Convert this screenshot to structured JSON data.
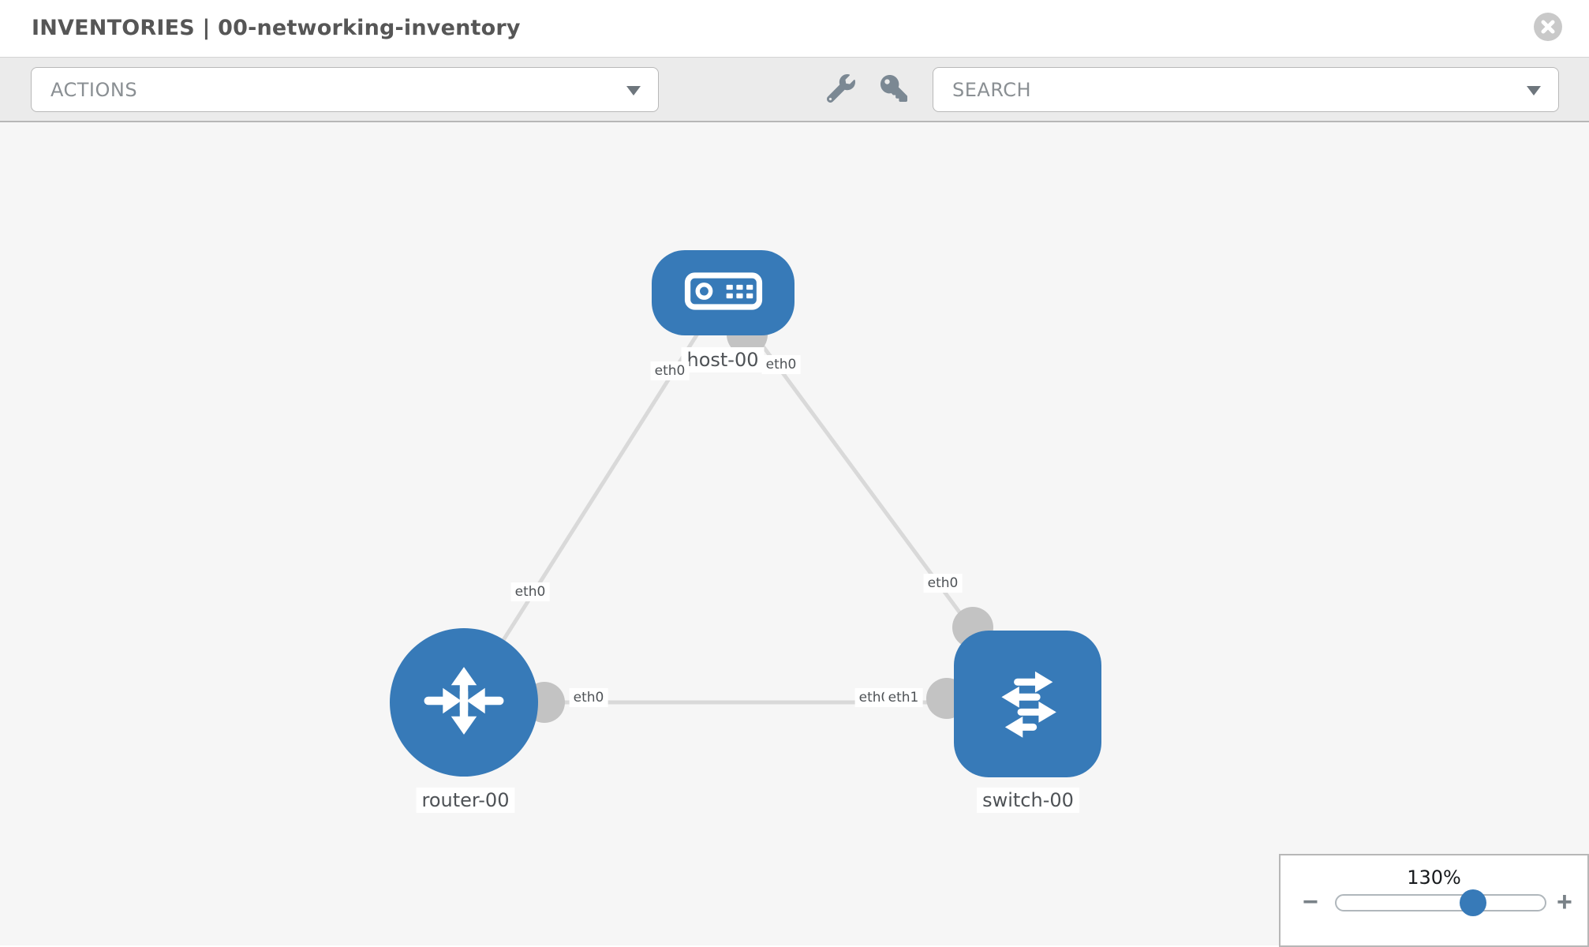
{
  "header": {
    "title": "INVENTORIES | 00-networking-inventory"
  },
  "toolbar": {
    "actions_label": "ACTIONS",
    "search_label": "SEARCH",
    "icons": [
      "wrench-icon",
      "key-icon"
    ]
  },
  "topology": {
    "nodes": [
      {
        "id": "host-00",
        "label": "host-00",
        "type": "host"
      },
      {
        "id": "router-00",
        "label": "router-00",
        "type": "router"
      },
      {
        "id": "switch-00",
        "label": "switch-00",
        "type": "switch"
      }
    ],
    "links": [
      {
        "from": "host-00",
        "to": "router-00",
        "from_if": "eth0",
        "to_if": "eth0"
      },
      {
        "from": "host-00",
        "to": "switch-00",
        "from_if": "eth0",
        "to_if": "eth0"
      },
      {
        "from": "router-00",
        "to": "switch-00",
        "from_if": "eth0",
        "to_if": "eth1"
      }
    ],
    "overlapping_interface_label": "eth0"
  },
  "zoom": {
    "level": "130%",
    "minus_label": "−",
    "plus_label": "+"
  },
  "colors": {
    "node_blue": "#377ab8",
    "link_gray": "#d9d9d9",
    "connector_gray": "#c3c3c3",
    "icon_gray": "#7b8893",
    "toolbar_bg": "#ebebeb",
    "canvas_bg": "#f6f6f6",
    "close_button_gray": "#c9c9c9"
  }
}
